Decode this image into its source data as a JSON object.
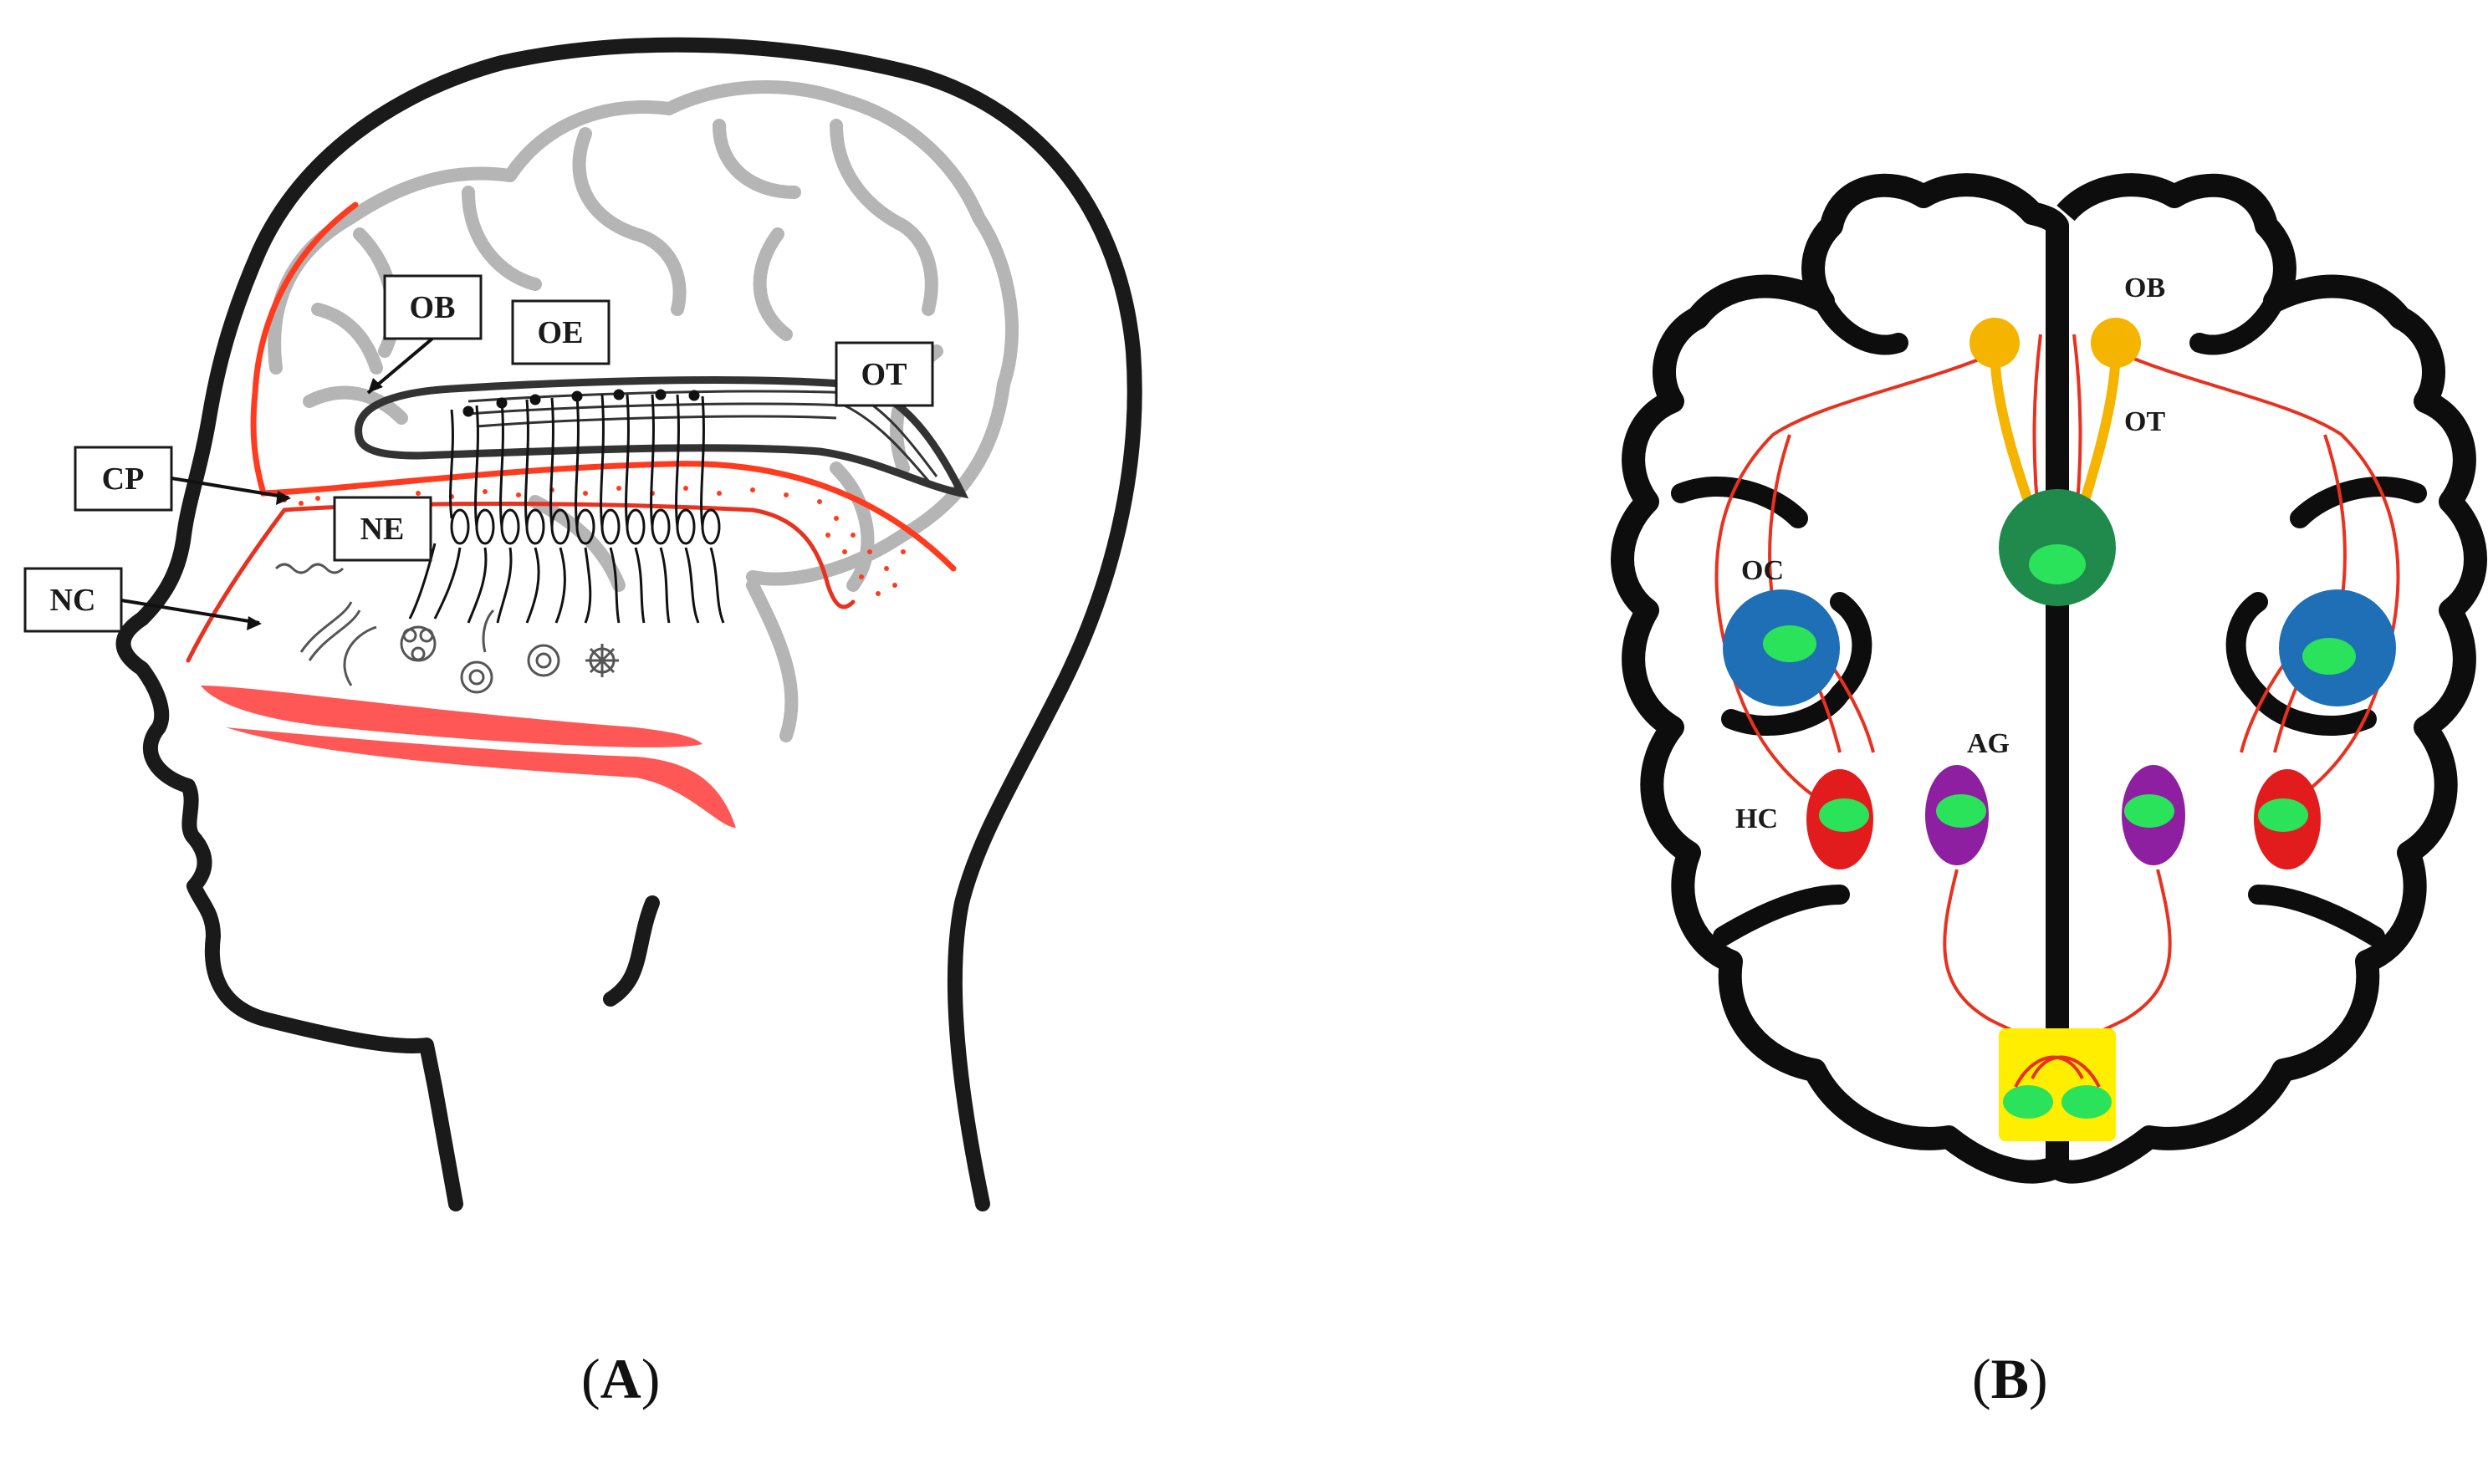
{
  "panel_a": {
    "labels": {
      "ob": "OB",
      "oe": "OE",
      "ot": "OT",
      "cp": "CP",
      "ne": "NE",
      "nc": "NC"
    },
    "caption": {
      "open": "(",
      "letter": "A",
      "close": ")"
    }
  },
  "panel_b": {
    "labels": {
      "ob": "OB",
      "ot": "OT",
      "oc": "OC",
      "ag": "AG",
      "hc": "HC"
    },
    "caption": {
      "open": "(",
      "letter": "B",
      "close": ")"
    }
  },
  "colors": {
    "outline": "#1a1a1a",
    "brain_folds": "#b5b5b5",
    "pathway_red": "#e8311f",
    "ob_yellow": "#f4b400",
    "center_green": "#1f8a4c",
    "oc_blue": "#1e6fb5",
    "hc_red": "#e21c1c",
    "ag_purple": "#8e1fa0",
    "node_green": "#2be35a",
    "brainstem_yellow": "#ffee00"
  }
}
